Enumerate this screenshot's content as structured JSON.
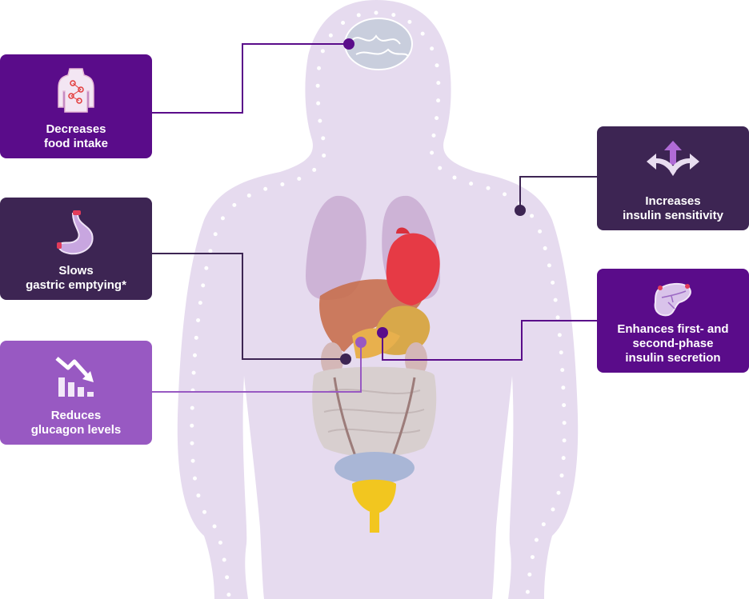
{
  "diagram": {
    "effects": [
      {
        "id": "food-intake",
        "label": "Decreases\nfood intake",
        "icon": "body-icon",
        "color": "#5a0c8a",
        "organ": "brain"
      },
      {
        "id": "gastric",
        "label": "Slows\ngastric emptying*",
        "icon": "stomach-icon",
        "color": "#3d2553",
        "organ": "stomach"
      },
      {
        "id": "glucagon",
        "label": "Reduces\nglucagon levels",
        "icon": "declining-chart-icon",
        "color": "#9859c2",
        "organ": "pancreas"
      },
      {
        "id": "insulin-sensitivity",
        "label": "Increases\ninsulin sensitivity",
        "icon": "diverging-arrows-icon",
        "color": "#3d2553",
        "organ": "body-tissue"
      },
      {
        "id": "insulin-secretion",
        "label": "Enhances first- and\nsecond-phase\ninsulin secretion",
        "icon": "pancreas-icon",
        "color": "#5a0c8a",
        "organ": "pancreas"
      }
    ],
    "colors": {
      "silhouette": "#e6dbef",
      "dots": "#ffffff",
      "lungs": "#cdb3d6",
      "heart": "#e63a45",
      "liver": "#c86f4e",
      "pancreas": "#e8b04d",
      "intestine": "#d8cfcf",
      "bladder": "#f2c61f",
      "brain": "#c9cedd"
    }
  }
}
